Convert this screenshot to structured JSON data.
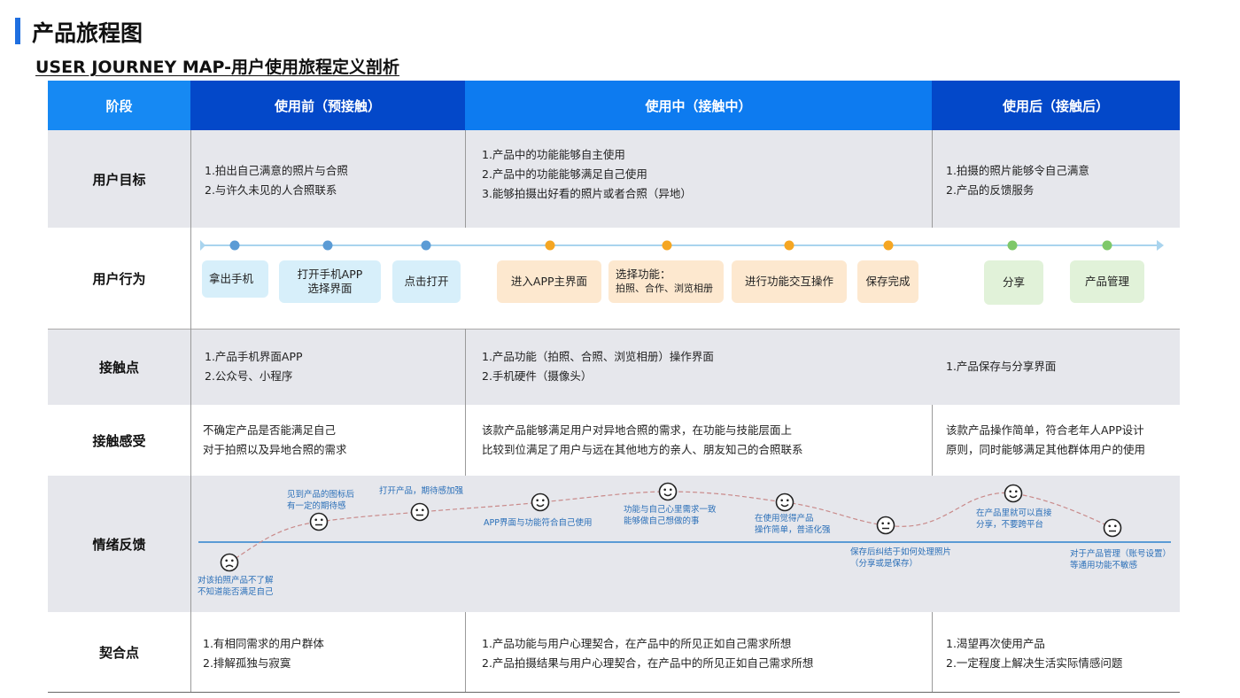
{
  "title": "产品旅程图",
  "subtitle": "USER JOURNEY MAP-用户使用旅程定义剖析",
  "header": {
    "stage": "阶段",
    "before": "使用前（预接触）",
    "during": "使用中（接触中）",
    "after": "使用后（接触后）"
  },
  "goals": {
    "label": "用户目标",
    "before": [
      "1.拍出自己满意的照片与合照",
      "2.与许久未见的人合照联系"
    ],
    "during": [
      "1.产品中的功能能够自主使用",
      "2.产品中的功能能够满足自己使用",
      "3.能够拍摄出好看的照片或者合照（异地）"
    ],
    "after": [
      "1.拍摄的照片能够令自己满意",
      "2.产品的反馈服务"
    ]
  },
  "actions": {
    "label": "用户行为",
    "colors": {
      "blue": "#5b9bd5",
      "orange": "#f5a623",
      "green": "#7ec86a",
      "line": "#a9d4ee"
    },
    "items": [
      {
        "text": "拿出手机",
        "phase": "blue"
      },
      {
        "text": "打开手机APP\n选择界面",
        "phase": "blue"
      },
      {
        "text": "点击打开",
        "phase": "blue"
      },
      {
        "text": "进入APP主界面",
        "phase": "orange"
      },
      {
        "text": "选择功能：",
        "sub": "拍照、合作、浏览相册",
        "phase": "orange"
      },
      {
        "text": "进行功能交互操作",
        "phase": "orange"
      },
      {
        "text": "保存完成",
        "phase": "orange"
      },
      {
        "text": "分享",
        "phase": "green"
      },
      {
        "text": "产品管理",
        "phase": "green"
      }
    ]
  },
  "touchpoints": {
    "label": "接触点",
    "before": [
      "1.产品手机界面APP",
      "2.公众号、小程序"
    ],
    "during": [
      "1.产品功能（拍照、合照、浏览相册）操作界面",
      "2.手机硬件（摄像头）"
    ],
    "after": [
      "1.产品保存与分享界面"
    ]
  },
  "feelings": {
    "label": "接触感受",
    "before": [
      "不确定产品是否能满足自己",
      "对于拍照以及异地合照的需求"
    ],
    "during": [
      "该款产品能够满足用户对异地合照的需求，在功能与技能层面上",
      "比较到位满足了用户与远在其他地方的亲人、朋友知己的合照联系"
    ],
    "after": [
      "该款产品操作简单，符合老年人APP设计",
      "原则，同时能够满足其他群体用户的使用"
    ]
  },
  "emotion": {
    "label": "情绪反馈",
    "line_color": "#5b9bd5",
    "curve_color": "#c98a8a",
    "points": [
      {
        "mood": "sad",
        "note": [
          "对该拍照产品不了解",
          "不知道能否满足自己"
        ]
      },
      {
        "mood": "neutral",
        "note": [
          "见到产品的图标后",
          "有一定的期待感"
        ]
      },
      {
        "mood": "neutral",
        "note": [
          "打开产品，期待感加强"
        ]
      },
      {
        "mood": "happy",
        "note": [
          "APP界面与功能符合自己使用"
        ]
      },
      {
        "mood": "happy",
        "note": [
          "功能与自己心里需求一致",
          "能够做自己想做的事"
        ]
      },
      {
        "mood": "happy",
        "note": [
          "在使用觉得产品",
          "操作简单，普适化强"
        ]
      },
      {
        "mood": "neutral",
        "note": [
          "保存后纠结于如何处理照片",
          "（分享或是保存）"
        ]
      },
      {
        "mood": "happy",
        "note": [
          "在产品里就可以直接",
          "分享，不要跨平台"
        ]
      },
      {
        "mood": "neutral",
        "note": [
          "对于产品管理（账号设置）",
          "等通用功能不敏感"
        ]
      }
    ]
  },
  "fit": {
    "label": "契合点",
    "before": [
      "1.有相同需求的用户群体",
      "2.排解孤独与寂寞"
    ],
    "during": [
      "1.产品功能与用户心理契合，在产品中的所见正如自己需求所想",
      "2.产品拍摄结果与用户心理契合，在产品中的所见正如自己需求所想"
    ],
    "after": [
      "1.渴望再次使用产品",
      "2.一定程度上解决生活实际情感问题"
    ]
  }
}
